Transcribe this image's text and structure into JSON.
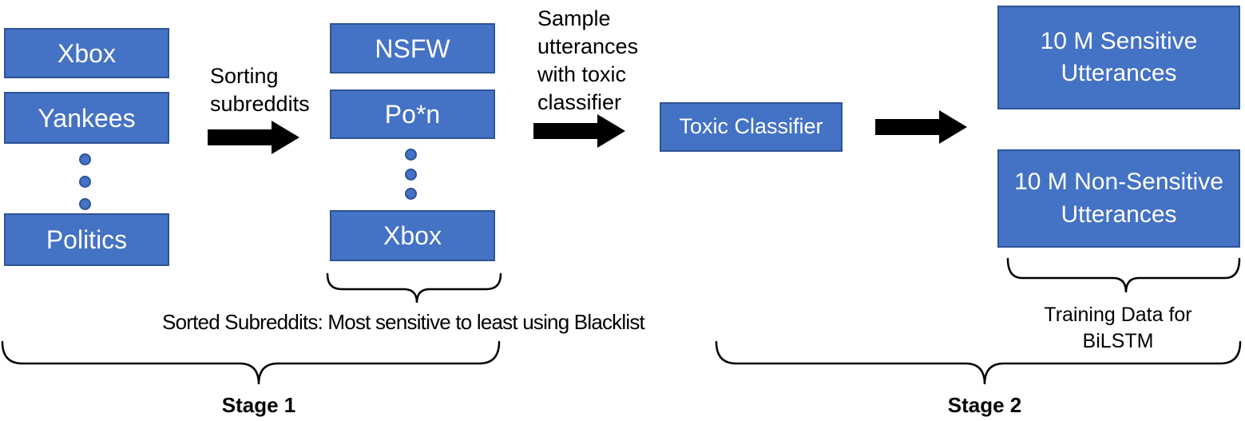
{
  "colors": {
    "box_fill": "#4472C4",
    "box_border": "#2F5496",
    "box_text": "#ffffff",
    "arrow": "#000000",
    "annotation_text": "#000000"
  },
  "stage1": {
    "unsorted_subreddits": [
      "Xbox",
      "Yankees",
      "Politics"
    ],
    "ellipsis_dot_count": 3,
    "arrow_label": "Sorting\nsubreddits",
    "sorted_subreddits": [
      "NSFW",
      "Po*n",
      "Xbox"
    ],
    "caption": "Sorted Subreddits: Most sensitive to least using Blacklist",
    "stage_label": "Stage 1"
  },
  "stage2": {
    "arrow_label": "Sample\nutterances\nwith toxic\nclassifier",
    "classifier_label": "Toxic Classifier",
    "outputs": [
      "10 M Sensitive Utterances",
      "10 M Non-Sensitive Utterances"
    ],
    "caption": "Training Data for\nBiLSTM",
    "stage_label": "Stage 2"
  }
}
